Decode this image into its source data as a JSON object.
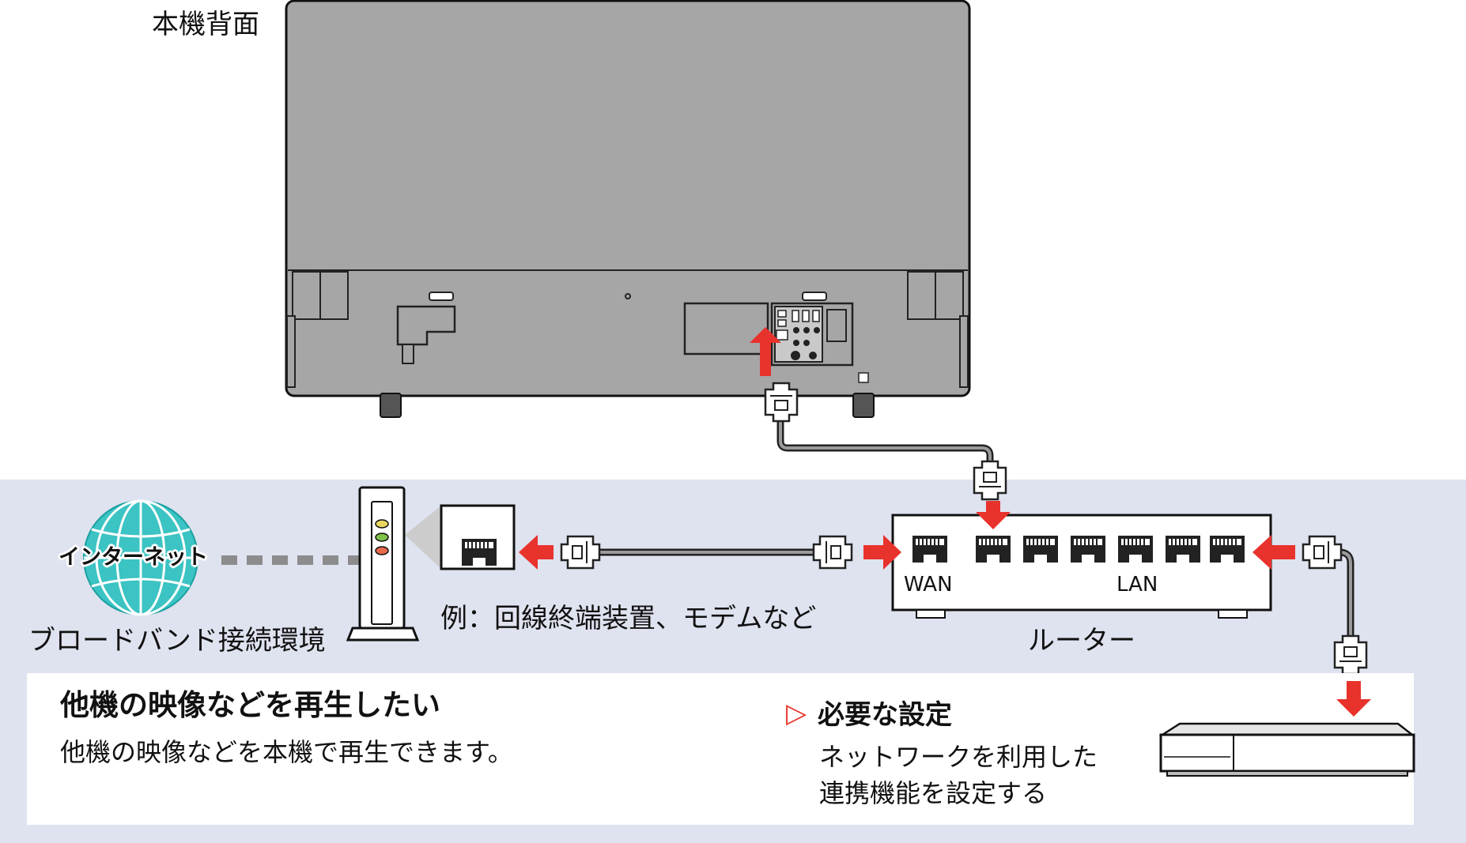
{
  "labels": {
    "tv_back": "本機背面",
    "internet": "インターネット",
    "broadband": "ブロードバンド接続環境",
    "modem_example": "例：回線終端装置、モデムなど",
    "router": "ルーター",
    "wan": "WAN",
    "lan": "LAN"
  },
  "info": {
    "title": "他機の映像などを再生したい",
    "description": "他機の映像などを本機で再生できます。",
    "settings_marker": "▷",
    "settings_title": "必要な設定",
    "settings_body": "ネットワークを利用した\n連携機能を設定する"
  },
  "colors": {
    "band": "#dfe2ef",
    "tv_body": "#a6a6a6",
    "arrow": "#e8322c",
    "globe": "#3cc3c3",
    "cable": "#999999"
  }
}
